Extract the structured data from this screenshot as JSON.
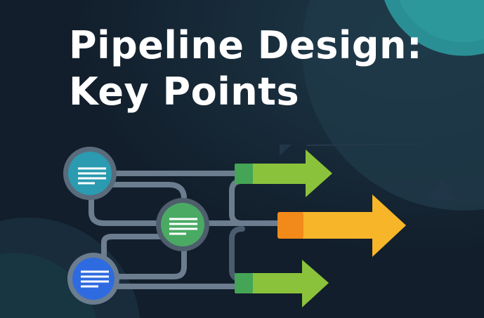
{
  "title": {
    "line1": "Pipeline Design:",
    "line2": "Key Points"
  },
  "colors": {
    "background": "#142230",
    "node_teal": "#2a9bb0",
    "node_green": "#4aaa64",
    "node_blue": "#2f6be0",
    "arrow_green": "#8bc23c",
    "arrow_green_dark": "#44a556",
    "arrow_orange": "#f5a623",
    "arrow_orange_dark": "#f28a1a",
    "connector": "#6b7d8e"
  },
  "diagram": {
    "nodes": [
      "document-icon",
      "document-icon",
      "document-icon"
    ],
    "outputs": [
      "arrow-right",
      "arrow-right",
      "arrow-right"
    ]
  }
}
